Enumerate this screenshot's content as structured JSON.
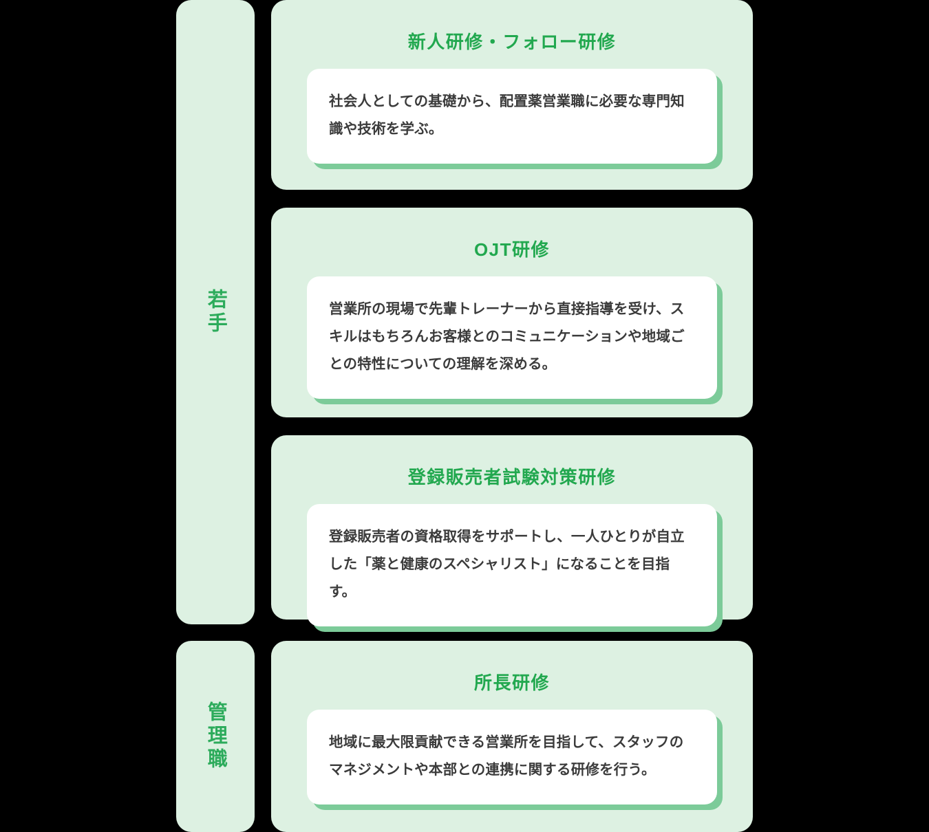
{
  "colors": {
    "background": "#000000",
    "panel_light_green": "#ddf1e2",
    "accent_green": "#7ccb99",
    "title_green": "#22a84f",
    "label_green": "#2cab5b",
    "note_white": "#ffffff",
    "body_text": "#3b3b3b"
  },
  "stages": [
    {
      "id": "young",
      "label": "若手",
      "cards": [
        {
          "id": "newcomer-training",
          "title": "新人研修・フォロー研修",
          "body": "社会人としての基礎から、配置薬営業職に必要な専門知識や技術を学ぶ。"
        },
        {
          "id": "ojt-training",
          "title": "OJT研修",
          "body": "営業所の現場で先輩トレーナーから直接指導を受け、スキルはもちろんお客様とのコミュニケーションや地域ごとの特性についての理解を深める。"
        },
        {
          "id": "registered-seller-exam-training",
          "title": "登録販売者試験対策研修",
          "body": "登録販売者の資格取得をサポートし、一人ひとりが自立した「薬と健康のスペシャリスト」になることを目指す。"
        }
      ]
    },
    {
      "id": "manager",
      "label": "管理職",
      "cards": [
        {
          "id": "branch-manager-training",
          "title": "所長研修",
          "body": "地域に最大限貢献できる営業所を目指して、スタッフのマネジメントや本部との連携に関する研修を行う。"
        }
      ]
    }
  ]
}
